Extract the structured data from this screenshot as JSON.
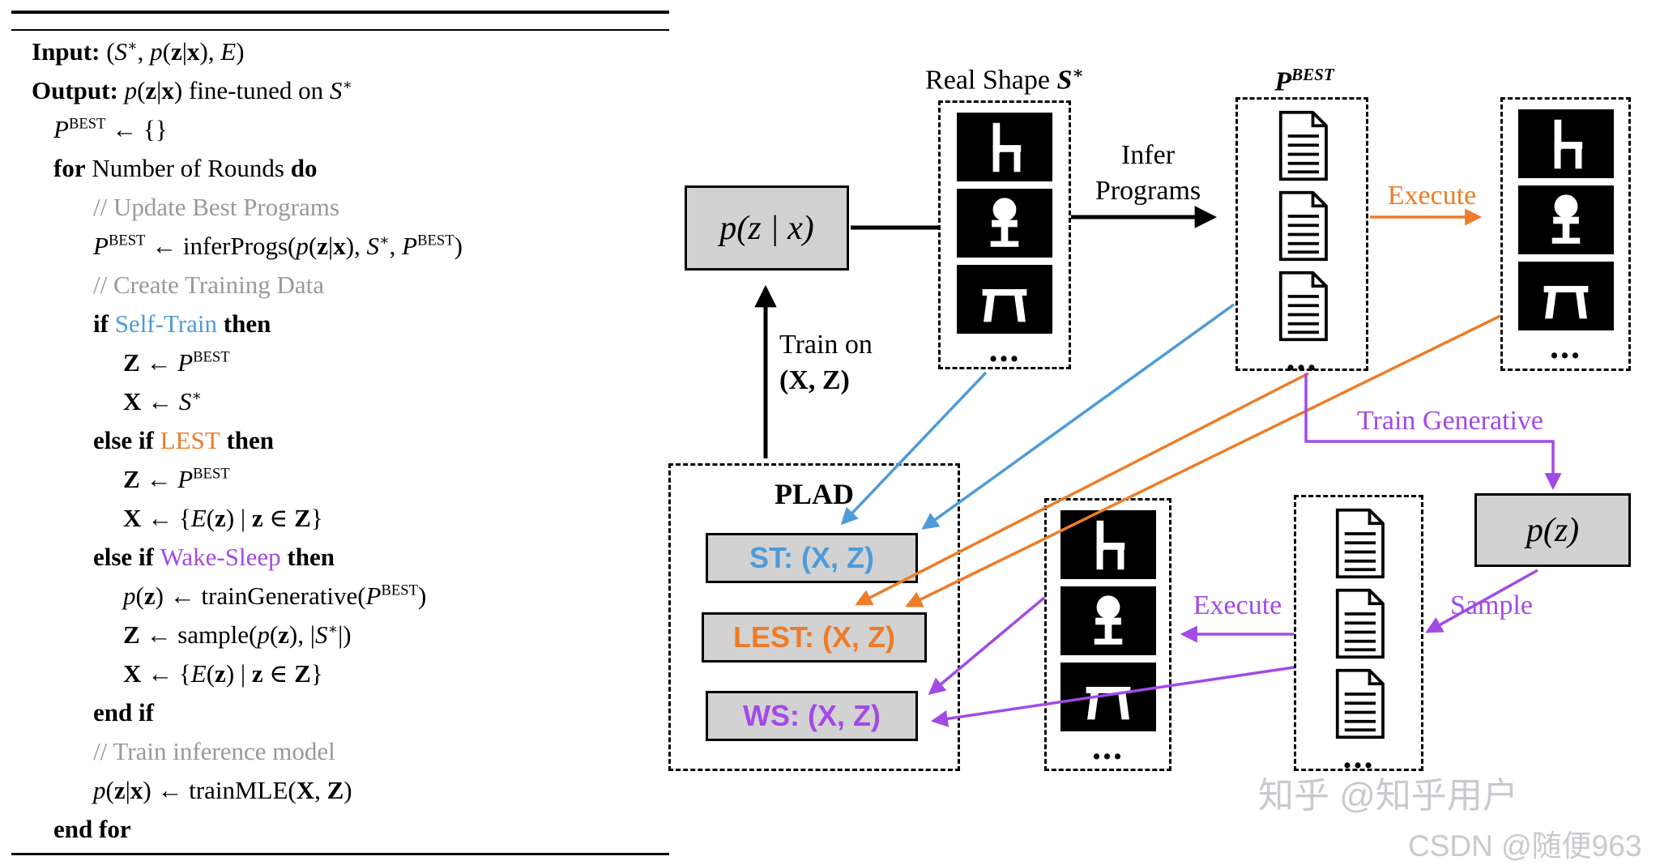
{
  "colors": {
    "blue": "#4e9bd8",
    "orange": "#ee7c28",
    "purple": "#a24ae6",
    "grayfill": "#d2d2d2",
    "comment": "#999999",
    "wm": "#c9c9ce"
  },
  "algorithm": {
    "lines": [
      {
        "indent": 0,
        "segs": [
          {
            "t": "Input: ",
            "s": "b"
          },
          {
            "t": "(",
            "s": "r"
          },
          {
            "t": "S",
            "s": "v"
          },
          {
            "t": "∗",
            "s": "sup"
          },
          {
            "t": ", ",
            "s": "r"
          },
          {
            "t": "p",
            "s": "v"
          },
          {
            "t": "(",
            "s": "r"
          },
          {
            "t": "z",
            "s": "bb"
          },
          {
            "t": "|",
            "s": "r"
          },
          {
            "t": "x",
            "s": "bb"
          },
          {
            "t": "), ",
            "s": "r"
          },
          {
            "t": "E",
            "s": "v"
          },
          {
            "t": ")",
            "s": "r"
          }
        ]
      },
      {
        "indent": 0,
        "segs": [
          {
            "t": "Output: ",
            "s": "b"
          },
          {
            "t": "p",
            "s": "v"
          },
          {
            "t": "(",
            "s": "r"
          },
          {
            "t": "z",
            "s": "bb"
          },
          {
            "t": "|",
            "s": "r"
          },
          {
            "t": "x",
            "s": "bb"
          },
          {
            "t": ")",
            "s": "r"
          },
          {
            "t": " fine-tuned on ",
            "s": "r"
          },
          {
            "t": "S",
            "s": "v"
          },
          {
            "t": "∗",
            "s": "sup"
          }
        ]
      },
      {
        "indent": 1,
        "segs": [
          {
            "t": "P",
            "s": "v"
          },
          {
            "t": "BEST",
            "s": "sup"
          },
          {
            "t": " ← {}",
            "s": "r"
          }
        ]
      },
      {
        "indent": 1,
        "segs": [
          {
            "t": "for",
            "s": "b"
          },
          {
            "t": " Number of Rounds ",
            "s": "r"
          },
          {
            "t": "do",
            "s": "b"
          }
        ]
      },
      {
        "indent": 2,
        "segs": [
          {
            "t": "// Update Best Programs",
            "s": "c"
          }
        ]
      },
      {
        "indent": 2,
        "segs": [
          {
            "t": "P",
            "s": "v"
          },
          {
            "t": "BEST",
            "s": "sup"
          },
          {
            "t": " ← inferProgs(",
            "s": "r"
          },
          {
            "t": "p",
            "s": "v"
          },
          {
            "t": "(",
            "s": "r"
          },
          {
            "t": "z",
            "s": "bb"
          },
          {
            "t": "|",
            "s": "r"
          },
          {
            "t": "x",
            "s": "bb"
          },
          {
            "t": "), ",
            "s": "r"
          },
          {
            "t": "S",
            "s": "v"
          },
          {
            "t": "∗",
            "s": "sup"
          },
          {
            "t": ", ",
            "s": "r"
          },
          {
            "t": "P",
            "s": "v"
          },
          {
            "t": "BEST",
            "s": "sup"
          },
          {
            "t": ")",
            "s": "r"
          }
        ]
      },
      {
        "indent": 2,
        "segs": [
          {
            "t": "// Create Training Data",
            "s": "c"
          }
        ]
      },
      {
        "indent": 2,
        "segs": [
          {
            "t": "if ",
            "s": "b"
          },
          {
            "t": "Self-Train",
            "s": "blue"
          },
          {
            "t": " then",
            "s": "b"
          }
        ]
      },
      {
        "indent": 3,
        "segs": [
          {
            "t": "Z",
            "s": "bb"
          },
          {
            "t": " ← ",
            "s": "r"
          },
          {
            "t": "P",
            "s": "v"
          },
          {
            "t": "BEST",
            "s": "sup"
          }
        ]
      },
      {
        "indent": 3,
        "segs": [
          {
            "t": "X",
            "s": "bb"
          },
          {
            "t": " ← ",
            "s": "r"
          },
          {
            "t": "S",
            "s": "v"
          },
          {
            "t": "∗",
            "s": "sup"
          }
        ]
      },
      {
        "indent": 2,
        "segs": [
          {
            "t": "else if ",
            "s": "b"
          },
          {
            "t": "LEST",
            "s": "orange"
          },
          {
            "t": " then",
            "s": "b"
          }
        ]
      },
      {
        "indent": 3,
        "segs": [
          {
            "t": "Z",
            "s": "bb"
          },
          {
            "t": " ← ",
            "s": "r"
          },
          {
            "t": "P",
            "s": "v"
          },
          {
            "t": "BEST",
            "s": "sup"
          }
        ]
      },
      {
        "indent": 3,
        "segs": [
          {
            "t": "X",
            "s": "bb"
          },
          {
            "t": " ← {",
            "s": "r"
          },
          {
            "t": "E",
            "s": "v"
          },
          {
            "t": "(",
            "s": "r"
          },
          {
            "t": "z",
            "s": "bb"
          },
          {
            "t": ") | ",
            "s": "r"
          },
          {
            "t": "z",
            "s": "bb"
          },
          {
            "t": " ∈ ",
            "s": "r"
          },
          {
            "t": "Z",
            "s": "bb"
          },
          {
            "t": "}",
            "s": "r"
          }
        ]
      },
      {
        "indent": 2,
        "segs": [
          {
            "t": "else if ",
            "s": "b"
          },
          {
            "t": "Wake-Sleep",
            "s": "purple"
          },
          {
            "t": " then",
            "s": "b"
          }
        ]
      },
      {
        "indent": 3,
        "segs": [
          {
            "t": "p",
            "s": "v"
          },
          {
            "t": "(",
            "s": "r"
          },
          {
            "t": "z",
            "s": "bb"
          },
          {
            "t": ") ← trainGenerative(",
            "s": "r"
          },
          {
            "t": "P",
            "s": "v"
          },
          {
            "t": "BEST",
            "s": "sup"
          },
          {
            "t": ")",
            "s": "r"
          }
        ]
      },
      {
        "indent": 3,
        "segs": [
          {
            "t": "Z",
            "s": "bb"
          },
          {
            "t": " ← sample(",
            "s": "r"
          },
          {
            "t": "p",
            "s": "v"
          },
          {
            "t": "(",
            "s": "r"
          },
          {
            "t": "z",
            "s": "bb"
          },
          {
            "t": "), |",
            "s": "r"
          },
          {
            "t": "S",
            "s": "v"
          },
          {
            "t": "∗",
            "s": "sup"
          },
          {
            "t": "|)",
            "s": "r"
          }
        ]
      },
      {
        "indent": 3,
        "segs": [
          {
            "t": "X",
            "s": "bb"
          },
          {
            "t": " ← {",
            "s": "r"
          },
          {
            "t": "E",
            "s": "v"
          },
          {
            "t": "(",
            "s": "r"
          },
          {
            "t": "z",
            "s": "bb"
          },
          {
            "t": ") | ",
            "s": "r"
          },
          {
            "t": "z",
            "s": "bb"
          },
          {
            "t": " ∈ ",
            "s": "r"
          },
          {
            "t": "Z",
            "s": "bb"
          },
          {
            "t": "}",
            "s": "r"
          }
        ]
      },
      {
        "indent": 2,
        "segs": [
          {
            "t": "end if",
            "s": "b"
          }
        ]
      },
      {
        "indent": 2,
        "segs": [
          {
            "t": "// Train inference model",
            "s": "c"
          }
        ]
      },
      {
        "indent": 2,
        "segs": [
          {
            "t": "p",
            "s": "v"
          },
          {
            "t": "(",
            "s": "r"
          },
          {
            "t": "z",
            "s": "bb"
          },
          {
            "t": "|",
            "s": "r"
          },
          {
            "t": "x",
            "s": "bb"
          },
          {
            "t": ") ← trainMLE(",
            "s": "r"
          },
          {
            "t": "X",
            "s": "bb"
          },
          {
            "t": ", ",
            "s": "r"
          },
          {
            "t": "Z",
            "s": "bb"
          },
          {
            "t": ")",
            "s": "r"
          }
        ]
      },
      {
        "indent": 1,
        "segs": [
          {
            "t": "end for",
            "s": "b"
          }
        ]
      }
    ]
  },
  "diagram": {
    "labels": {
      "pzx": "p(z | x)",
      "real_shape_text": "Real Shape ",
      "real_shape_var": "S",
      "real_shape_sup": "∗",
      "infer_line1": "Infer",
      "infer_line2": "Programs",
      "pbest_var": "P",
      "pbest_sup": "BEST",
      "execute": "Execute",
      "train_on_line1": "Train on",
      "train_on_line2": "(X, Z)",
      "plad": "PLAD",
      "st": "ST: (X, Z)",
      "lest": "LEST: (X, Z)",
      "ws": "WS: (X, Z)",
      "train_generative": "Train Generative",
      "pz": "p(z)",
      "sample": "Sample",
      "execute_ws": "Execute"
    },
    "ellipsis": "...",
    "shape_boxes": {
      "real": {
        "icons": [
          "chair-icon",
          "office-chair-icon",
          "table-icon"
        ]
      },
      "executed": {
        "icons": [
          "chair-icon",
          "office-chair-icon",
          "table-icon"
        ]
      },
      "ws_shapes": {
        "icons": [
          "chair-icon",
          "office-chair-icon",
          "table-icon"
        ]
      }
    },
    "doc_boxes": {
      "pbest": {
        "count": 3
      },
      "sampled": {
        "count": 3
      }
    }
  },
  "watermarks": {
    "zhihu": "知乎 @知乎用户",
    "csdn": "CSDN @随便963"
  }
}
